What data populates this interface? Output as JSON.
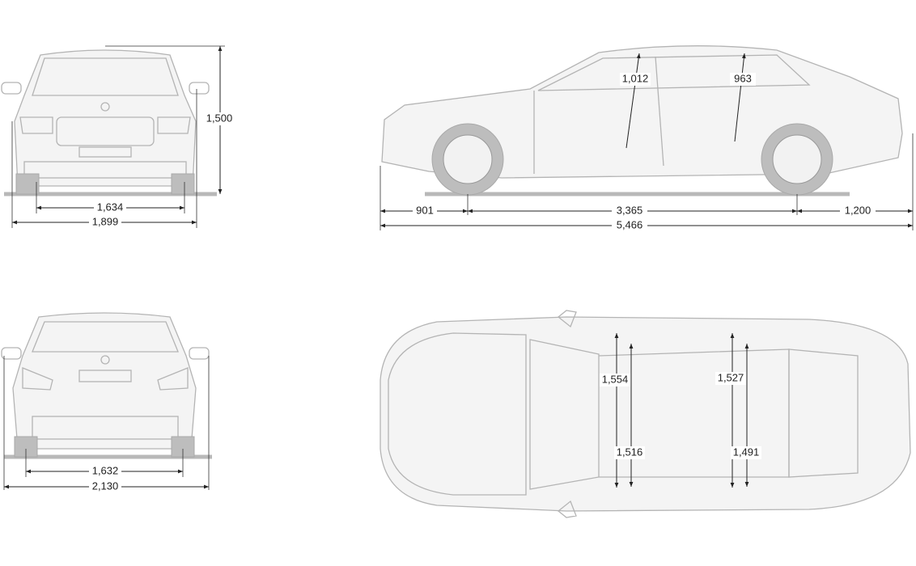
{
  "front_view": {
    "width_track": "1,634",
    "width_overall": "1,899",
    "height": "1,500"
  },
  "side_view": {
    "front_overhang": "901",
    "wheelbase": "3,365",
    "rear_overhang": "1,200",
    "length": "5,466",
    "front_headroom": "1,012",
    "rear_headroom": "963"
  },
  "rear_view": {
    "width_track": "1,632",
    "width_mirrors": "2,130"
  },
  "top_view": {
    "front_shoulder_width": "1,554",
    "front_elbow_width": "1,516",
    "rear_shoulder_width": "1,527",
    "rear_elbow_width": "1,491"
  }
}
